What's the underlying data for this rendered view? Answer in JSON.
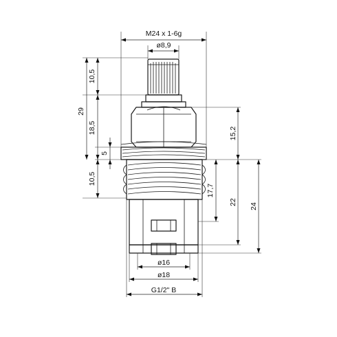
{
  "drawing": {
    "labels": {
      "thread_top": "M24 x 1-6g",
      "spline_dia": "ø8,9",
      "h_10_5_top": "10,5",
      "h_29": "29",
      "h_18_5": "18,5",
      "h_5": "5",
      "h_10_5_bottom": "10,5",
      "h_15_2": "15,2",
      "h_17_7": "17,7",
      "h_22": "22",
      "h_24": "24",
      "dia_16": "ø16",
      "dia_18": "ø18",
      "thread_bottom": "G1/2\" B"
    }
  }
}
